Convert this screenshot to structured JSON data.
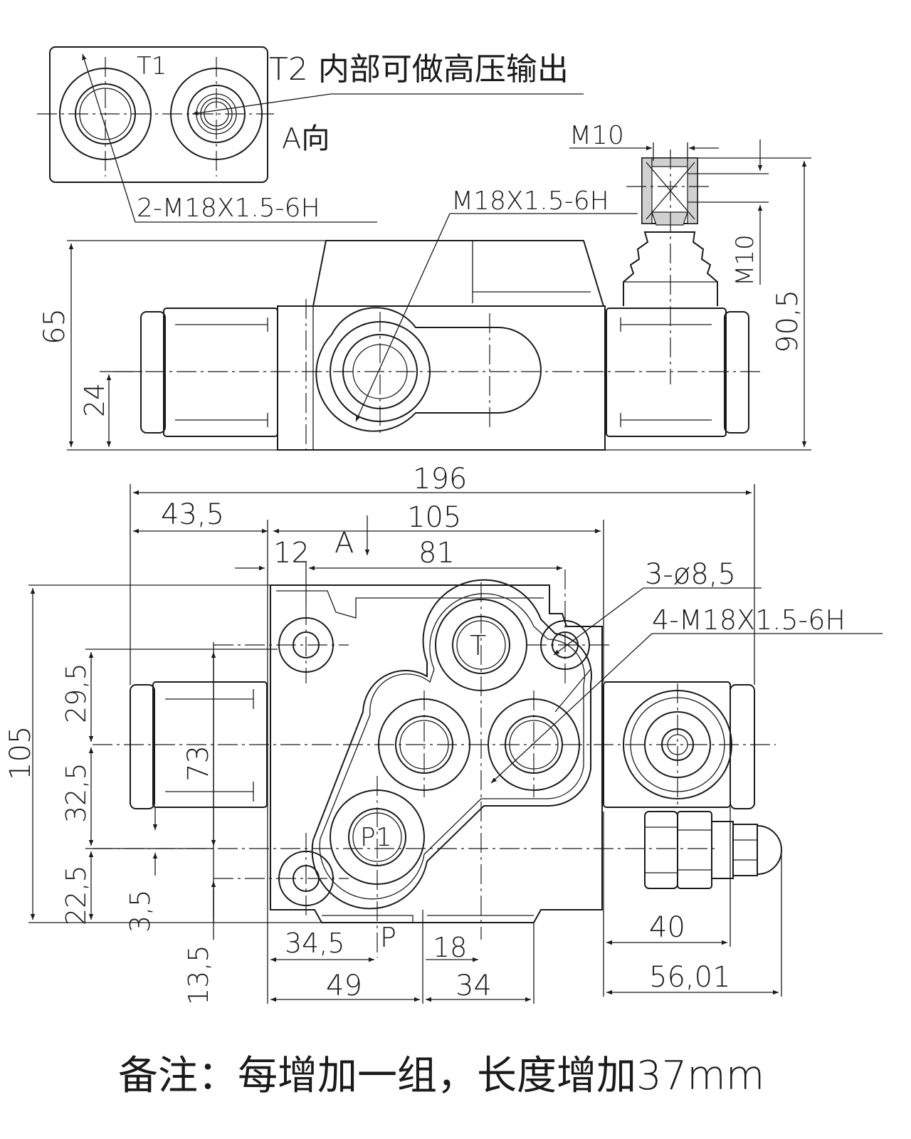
{
  "drawing": {
    "view_a": {
      "t1_label": "T1",
      "t2_note": "T2 内部可做高压输出",
      "direction_label": "A向",
      "ports_thread": "2-M18X1.5-6H"
    },
    "side_view": {
      "handle_thread": "M10",
      "handle_thread_vertical": "M10",
      "port_thread": "M18X1.5-6H",
      "dim_height": "65",
      "dim_center": "24",
      "dim_total_height": "90,5"
    },
    "top_view": {
      "dim_total_width": "196",
      "dim_left": "43,5",
      "dim_body": "105",
      "dim_12": "12",
      "dim_81": "81",
      "view_marker": "A",
      "mount_holes": "3-ø8,5",
      "ports_thread": "4-M18X1.5-6H",
      "port_t": "T",
      "port_p1": "P1",
      "port_p": "P",
      "dim_height": "105",
      "dim_29_5": "29,5",
      "dim_32_5": "32,5",
      "dim_22_5": "22,5",
      "dim_73": "73",
      "dim_3_5": "3,5",
      "dim_13_5": "13,5",
      "dim_34_5": "34,5",
      "dim_18": "18",
      "dim_49": "49",
      "dim_34": "34",
      "dim_40": "40",
      "dim_56": "56,01"
    },
    "note": "备注：每增加一组，长度增加37mm"
  }
}
